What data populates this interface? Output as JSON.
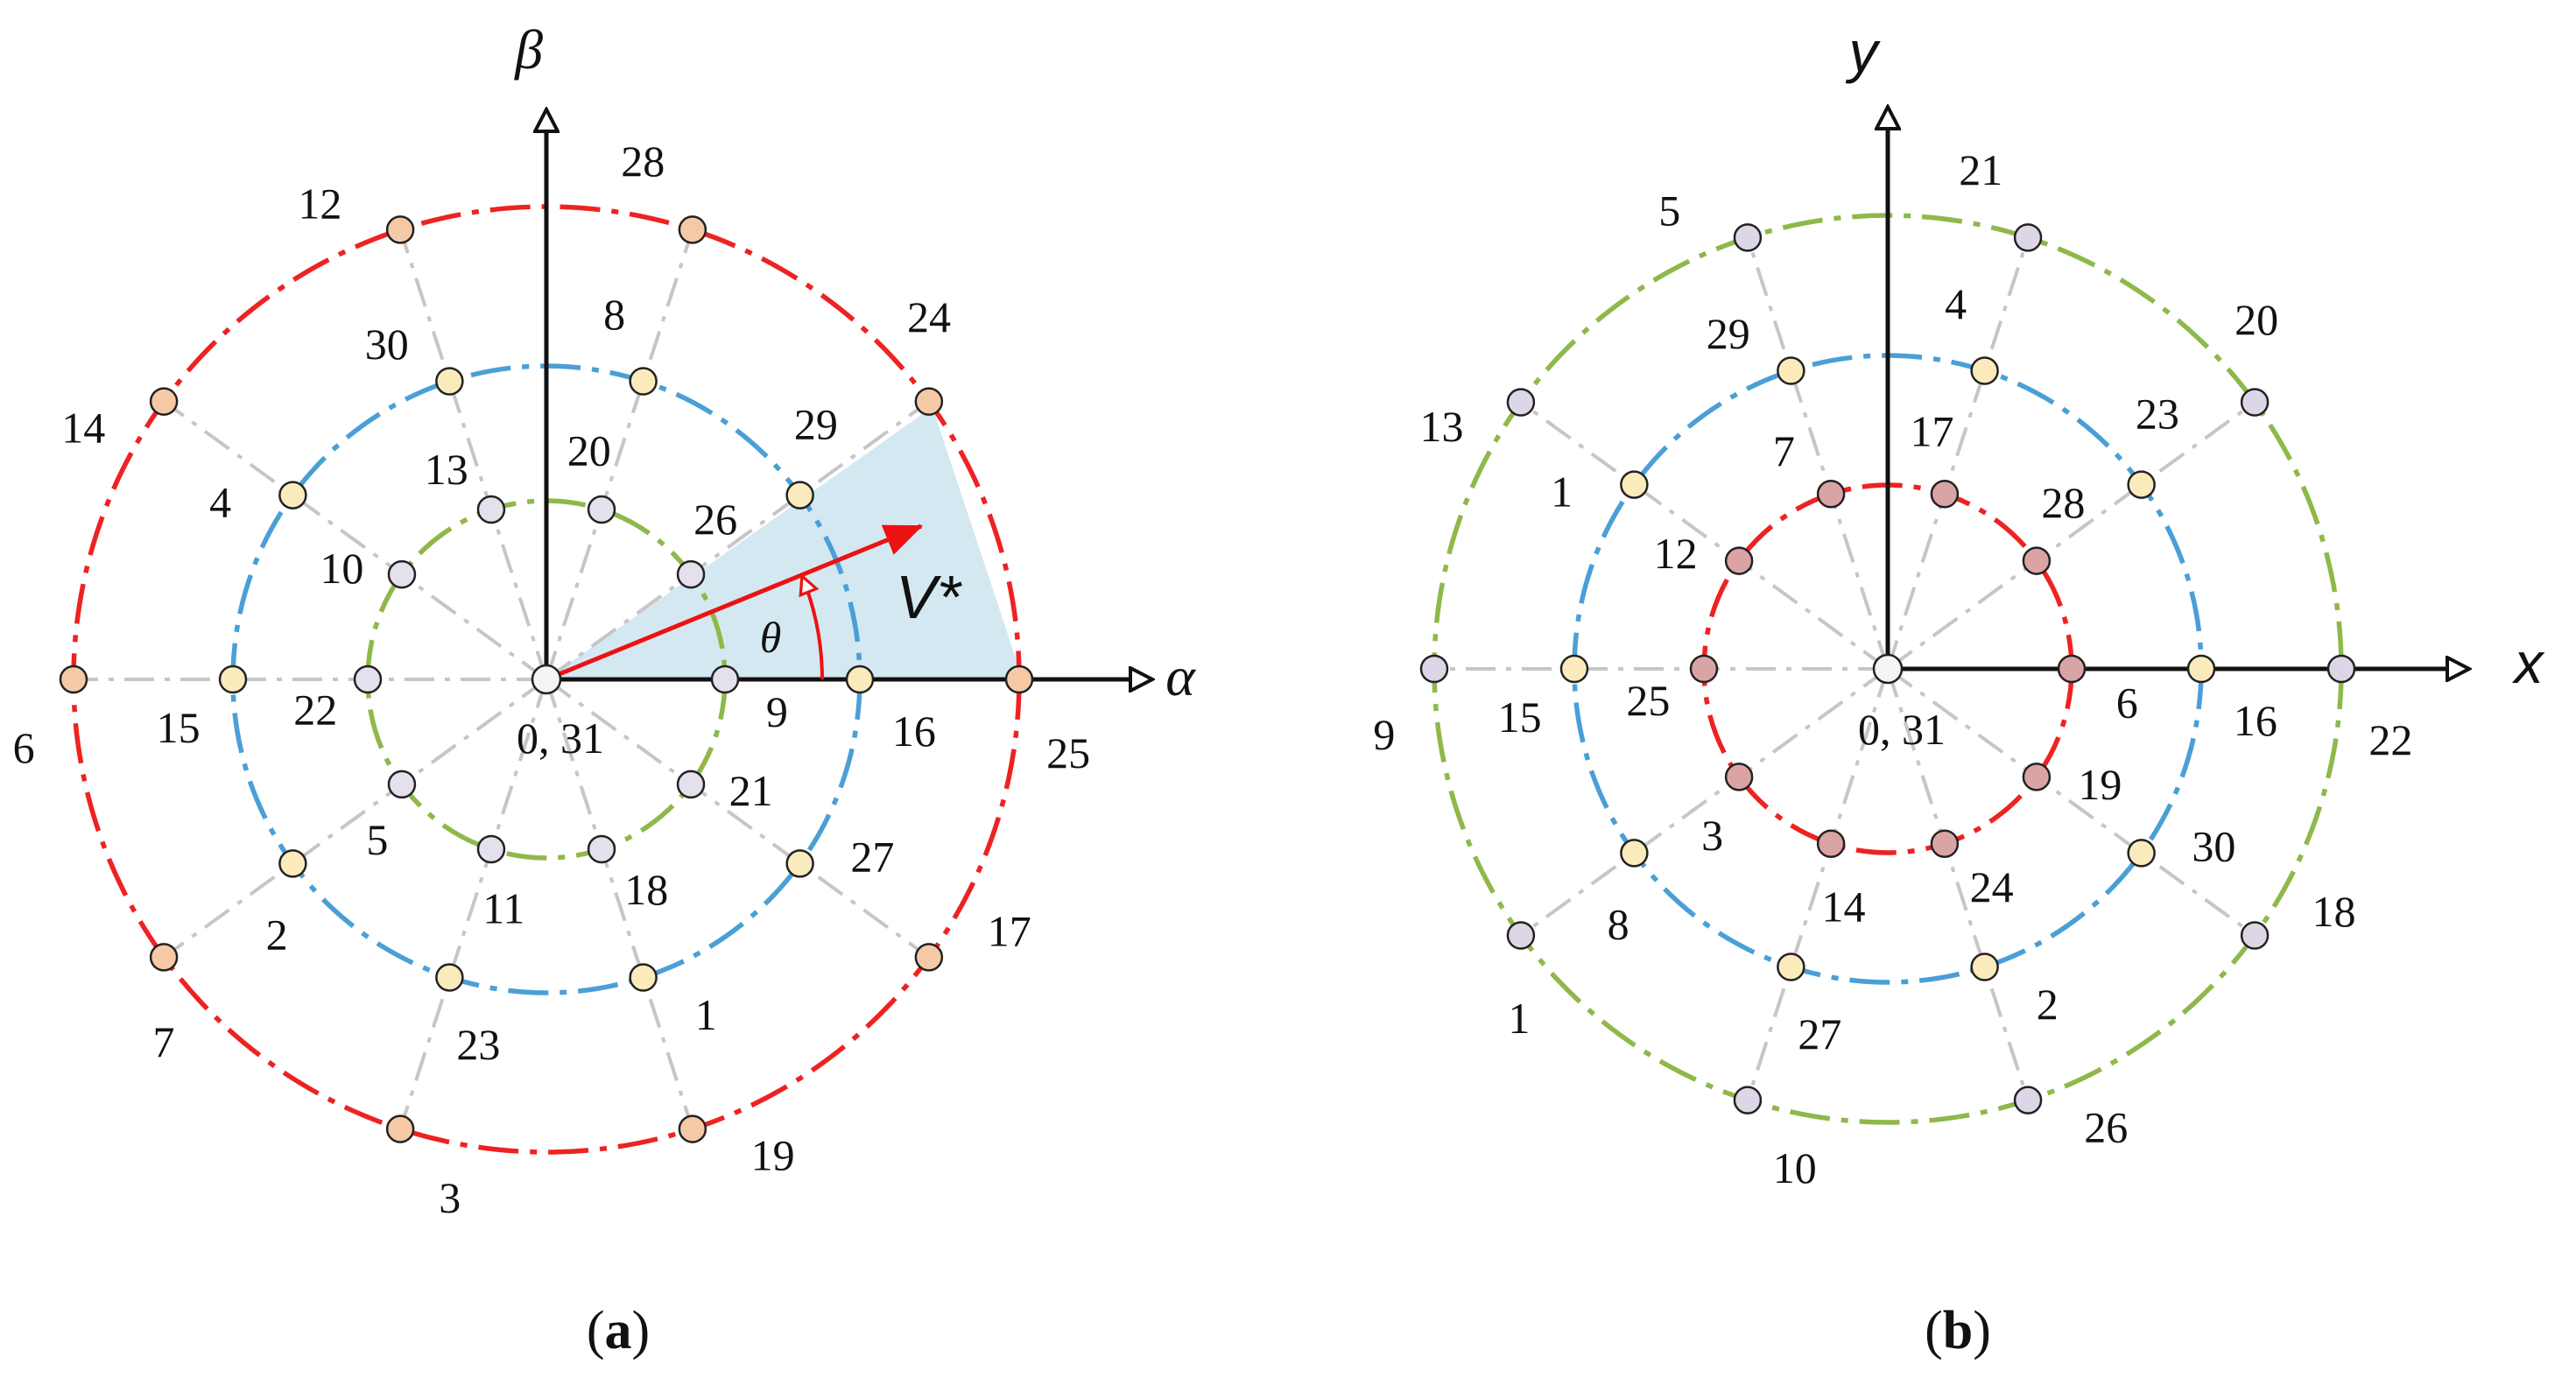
{
  "colors": {
    "red": "#ee2222",
    "blue": "#4a9fd6",
    "green": "#8fb84a",
    "spoke": "#c6c6c6",
    "sector": "#d4e8f2",
    "vector": "#ee1111",
    "node_outer_a": "#f6c9a6",
    "node_mid": "#fbeabc",
    "node_inner_a": "#e4e0ec",
    "node_outer_b": "#dcd6e6",
    "node_inner_b": "#dba4a4",
    "node_center": "#f4f4f4"
  },
  "panel_a": {
    "caption_open": "(",
    "caption_letter": "a",
    "caption_close": ")",
    "x_axis": "α",
    "y_axis": "β",
    "vector_label": "V*",
    "angle_label": "θ",
    "center_label": "0, 31",
    "rings": [
      {
        "color": "red",
        "node_fill": "node_outer_a",
        "labels": [
          "25",
          "24",
          "28",
          "12",
          "14",
          "6",
          "7",
          "3",
          "19",
          "17"
        ]
      },
      {
        "color": "blue",
        "node_fill": "node_mid",
        "labels": [
          "16",
          "29",
          "8",
          "30",
          "4",
          "15",
          "2",
          "23",
          "1",
          "27"
        ]
      },
      {
        "color": "green",
        "node_fill": "node_inner_a",
        "labels": [
          "9",
          "26",
          "20",
          "13",
          "10",
          "22",
          "5",
          "11",
          "18",
          "21"
        ]
      }
    ]
  },
  "panel_b": {
    "caption_open": "(",
    "caption_letter": "b",
    "caption_close": ")",
    "x_axis": "x",
    "y_axis": "y",
    "center_label": "0, 31",
    "rings": [
      {
        "color": "green",
        "node_fill": "node_outer_b",
        "labels": [
          "22",
          "20",
          "21",
          "5",
          "13",
          "9",
          "1",
          "10",
          "26",
          "18"
        ]
      },
      {
        "color": "blue",
        "node_fill": "node_mid",
        "labels": [
          "16",
          "23",
          "4",
          "29",
          "1",
          "15",
          "8",
          "27",
          "2",
          "30"
        ]
      },
      {
        "color": "red",
        "node_fill": "node_inner_b",
        "labels": [
          "6",
          "28",
          "17",
          "7",
          "12",
          "25",
          "3",
          "14",
          "24",
          "19"
        ]
      }
    ]
  }
}
